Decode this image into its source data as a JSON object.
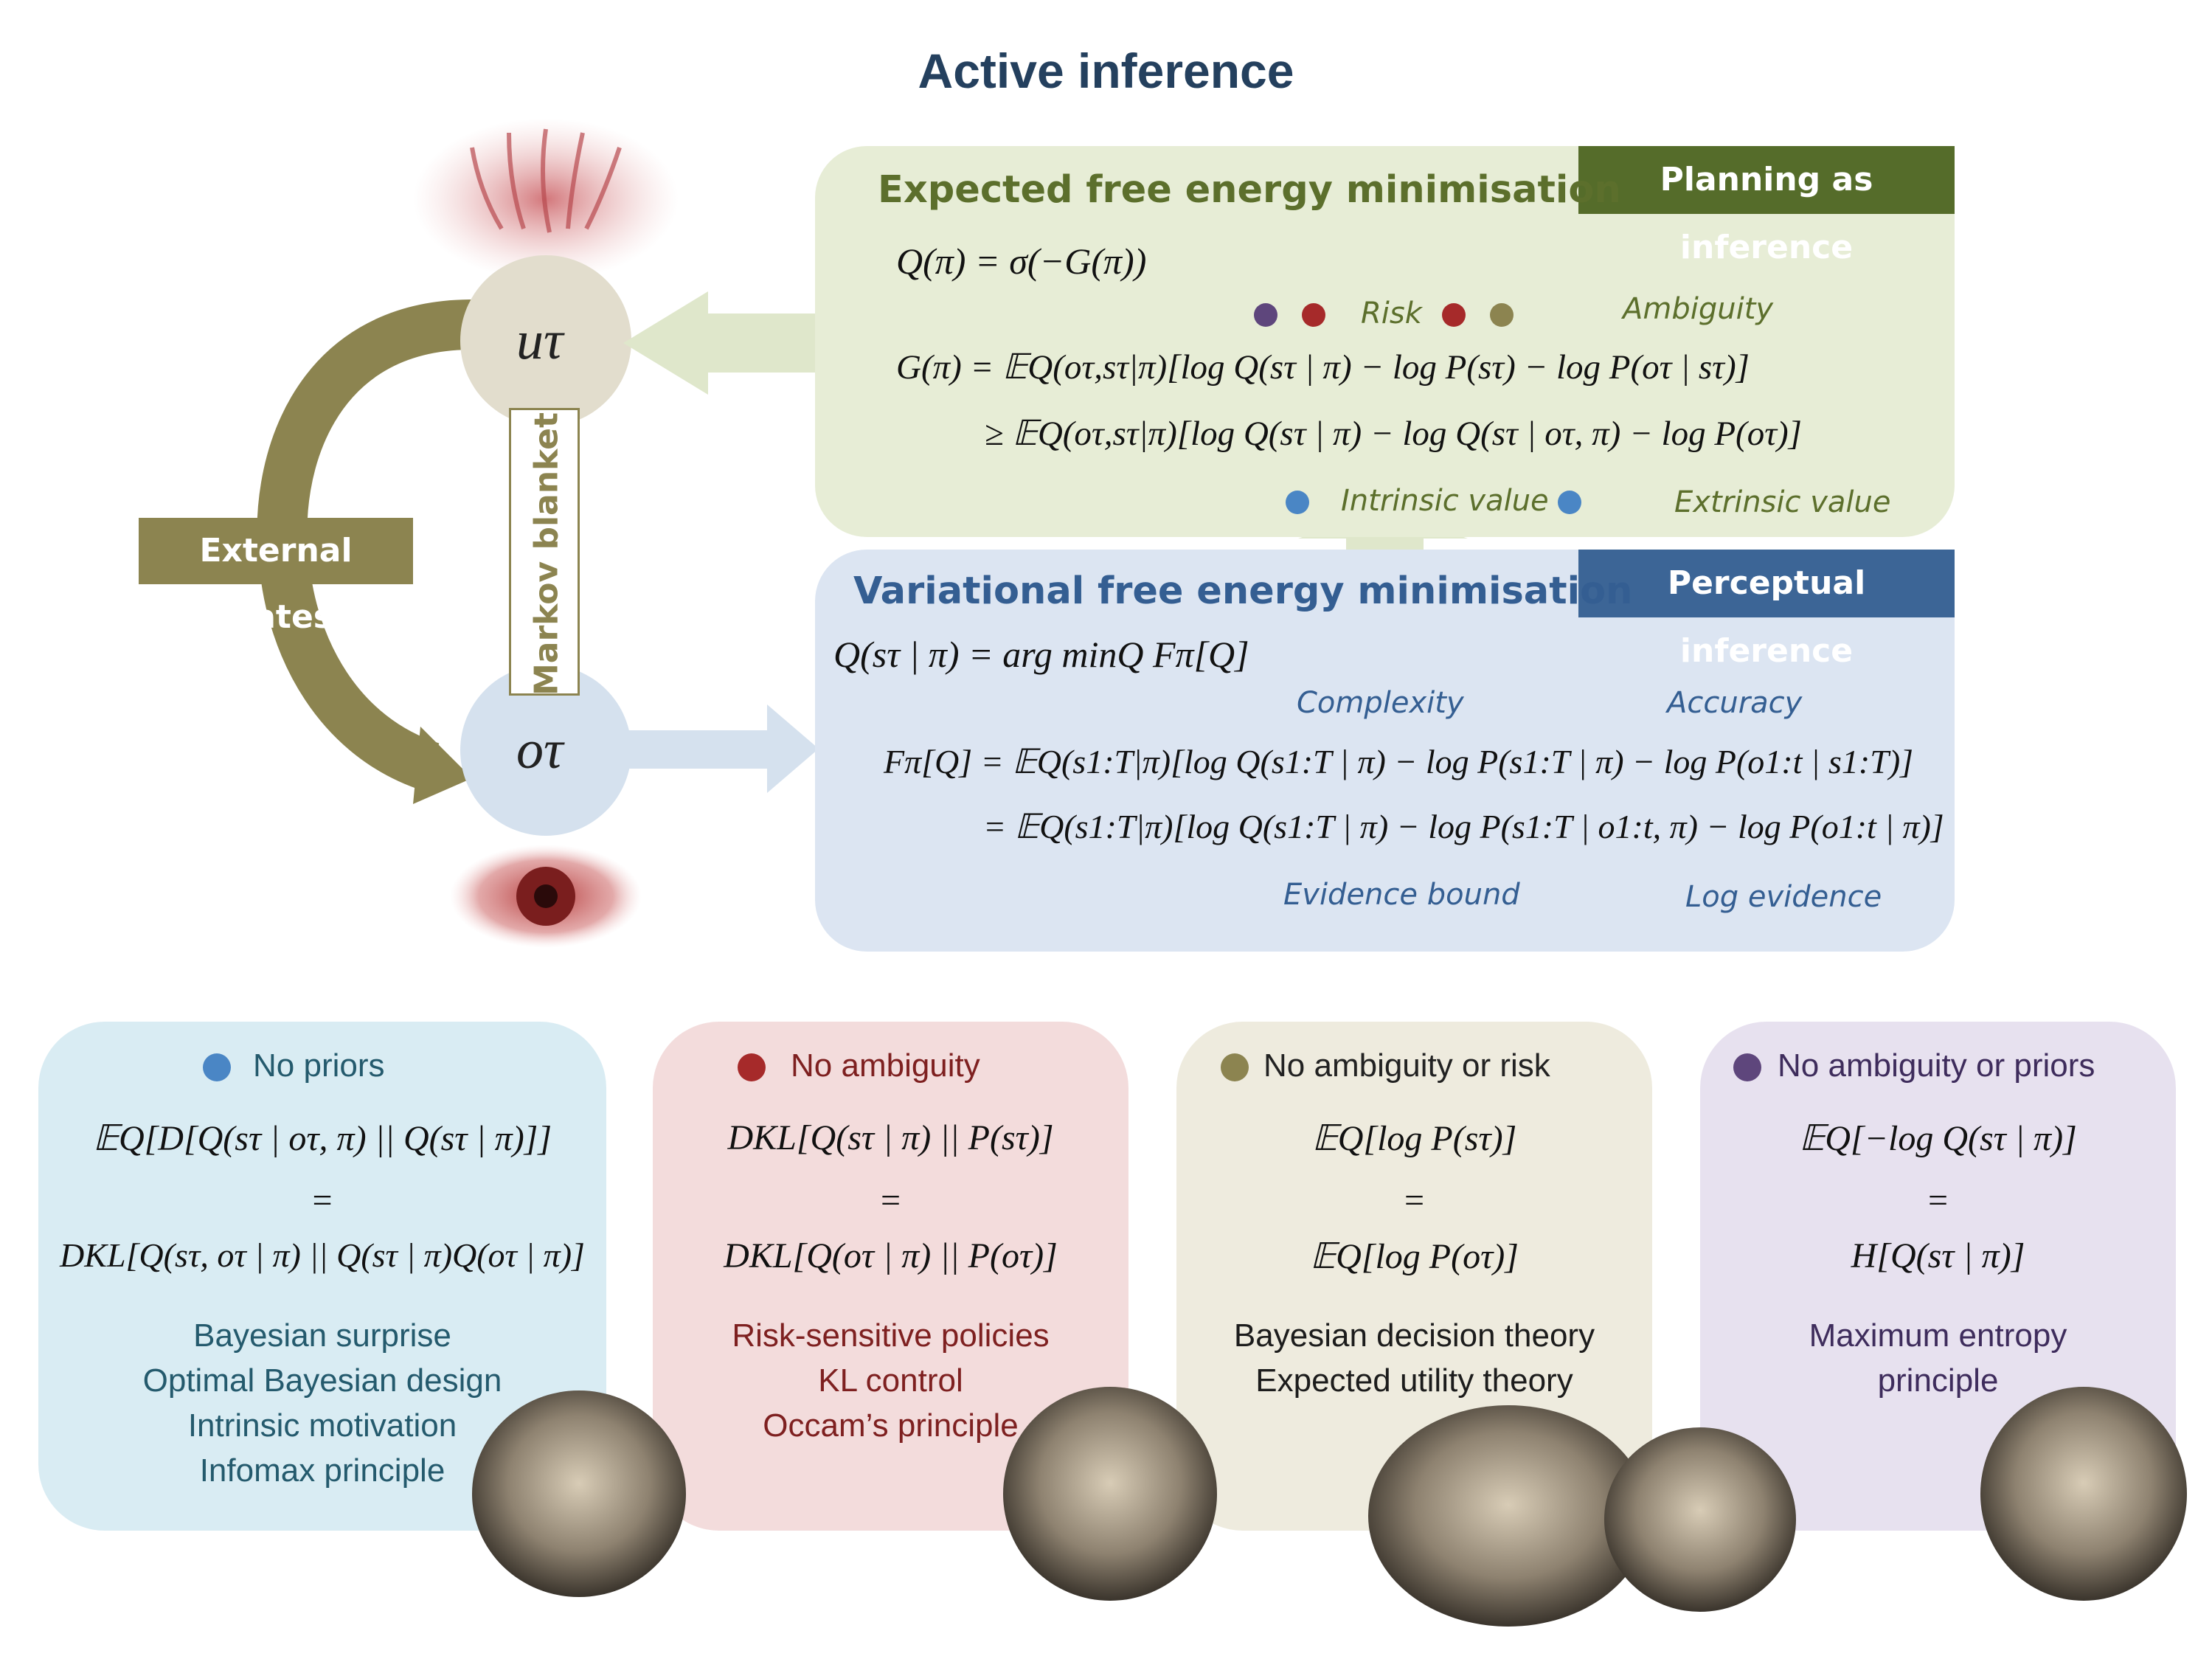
{
  "title": "Active inference",
  "left": {
    "action_node": "uτ",
    "observation_node": "oτ",
    "markov_blanket_label": "Markov blanket",
    "external_states_label": "External states"
  },
  "planning": {
    "heading": "Expected free energy minimisation",
    "tag": "Planning as inference",
    "eq1": "Q(π) = σ(−G(π))",
    "eq2": "G(π) = 𝔼Q(oτ,sτ|π)[log Q(sτ | π) − log P(sτ) − log P(oτ | sτ)]",
    "eq3": "≥ 𝔼Q(oτ,sτ|π)[log Q(sτ | π) − log Q(sτ | oτ, π) − log P(oτ)]",
    "label_risk": "Risk",
    "label_ambiguity": "Ambiguity",
    "label_intrinsic": "Intrinsic value",
    "label_extrinsic": "Extrinsic value"
  },
  "perception": {
    "heading": "Variational free energy minimisation",
    "tag": "Perceptual inference",
    "eq1": "Q(sτ | π) = arg minQ Fπ[Q]",
    "eq2": "Fπ[Q] = 𝔼Q(s1:T|π)[log Q(s1:T | π) − log P(s1:T | π) − log P(o1:t | s1:T)]",
    "eq3": "= 𝔼Q(s1:T|π)[log Q(s1:T | π) − log P(s1:T | o1:t, π) − log P(o1:t | π)]",
    "label_complexity": "Complexity",
    "label_accuracy": "Accuracy",
    "label_evidence_bound": "Evidence bound",
    "label_log_evidence": "Log evidence"
  },
  "cards": [
    {
      "heading": "No priors",
      "dot_color": "#4a86c5",
      "eq_top": "𝔼Q[D[Q(sτ | oτ, π) || Q(sτ | π)]]",
      "eq_mid": "=",
      "eq_bottom": "DKL[Q(sτ, oτ | π) || Q(sτ | π)Q(oτ | π)]",
      "items": [
        "Bayesian surprise",
        "Optimal Bayesian design",
        "Intrinsic motivation",
        "Infomax principle"
      ],
      "text_color": "#245a6d",
      "bg": "#d9ecf3"
    },
    {
      "heading": "No ambiguity",
      "dot_color": "#a62a2a",
      "eq_top": "DKL[Q(sτ | π) || P(sτ)]",
      "eq_mid": "=",
      "eq_bottom": "DKL[Q(oτ | π) || P(oτ)]",
      "items": [
        "Risk-sensitive policies",
        "KL control",
        "Occam’s principle"
      ],
      "text_color": "#7e2020",
      "bg": "#f3dcdc"
    },
    {
      "heading": "No ambiguity or risk",
      "dot_color": "#8c8450",
      "eq_top": "𝔼Q[log P(sτ)]",
      "eq_mid": "=",
      "eq_bottom": "𝔼Q[log P(oτ)]",
      "items": [
        "Bayesian decision theory",
        "Expected utility theory"
      ],
      "text_color": "#1c1c1c",
      "bg": "#eeebde"
    },
    {
      "heading": "No ambiguity or priors",
      "dot_color": "#5e467c",
      "eq_top": "𝔼Q[−log Q(sτ | π)]",
      "eq_mid": "=",
      "eq_bottom": "H[Q(sτ | π)]",
      "items": [
        "Maximum entropy",
        "principle"
      ],
      "text_color": "#3e2c5c",
      "bg": "#e7e1ef"
    }
  ],
  "colors": {
    "title": "#24405e",
    "olive": "#8c8450",
    "blue_dot": "#4a86c5",
    "red_dot": "#a62a2a",
    "purple_dot": "#5e467c",
    "khaki_dot": "#8c8450"
  }
}
